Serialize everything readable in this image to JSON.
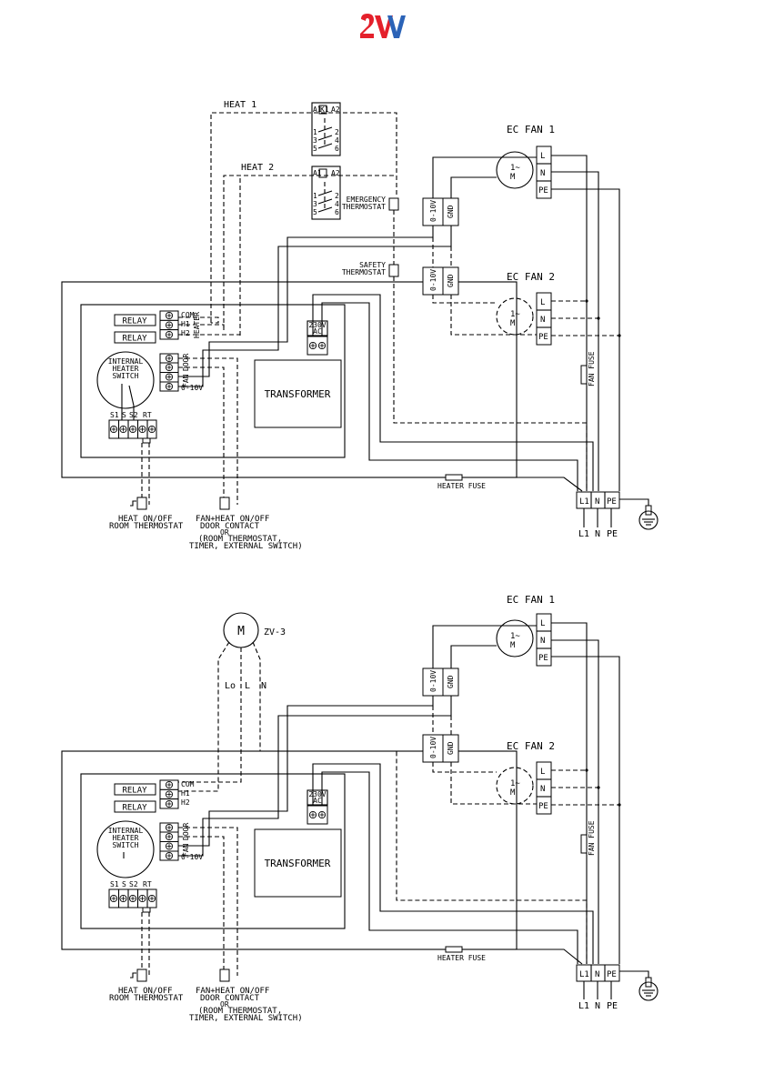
{
  "brand": {
    "logo": "2VV",
    "colors": {
      "red": "#e4202b",
      "blue": "#2b63b7"
    }
  },
  "labels": {
    "heat1": "HEAT 1",
    "heat2": "HEAT 2",
    "ec_fan_1": "EC FAN 1",
    "ec_fan_2": "EC FAN 2",
    "relay": "RELAY",
    "com": "COM",
    "h1": "H1",
    "h2": "H2",
    "heater": "HEATER",
    "door": "DOOR",
    "fan": "FAN",
    "zero_ten_v": "0-10V",
    "v230_line1": "230V",
    "v230_line2": "AC",
    "internal_line1": "INTERNAL",
    "internal_line2": "HEATER",
    "internal_line3": "SWITCH",
    "s1": "S1",
    "s": "S",
    "s2": "S2",
    "rt": "RT",
    "transformer": "TRANSFORMER",
    "heater_fuse": "HEATER FUSE",
    "fan_fuse": "FAN FUSE",
    "emergency_line1": "EMERGENCY",
    "emergency_line2": "THERMOSTAT",
    "safety_line1": "SAFETY",
    "safety_line2": "THERMOSTAT",
    "heat_onoff": "HEAT ON/OFF",
    "room_thermostat": "ROOM THERMOSTAT",
    "fanheat_onoff": "FAN+HEAT ON/OFF",
    "door_contact": "DOOR CONTACT",
    "or": "OR",
    "room_thermostat_paren": "(ROOM THERMOSTAT,",
    "timer_external": "TIMER, EXTERNAL SWITCH)",
    "l1": "L1",
    "n": "N",
    "pe": "PE",
    "l": "L",
    "gnd": "GND",
    "motor_m": "M",
    "one_tilde": "1~",
    "zv3": "ZV-3",
    "lo": "Lo",
    "a1": "A1",
    "a2": "A2",
    "k1": "K1",
    "n1": "1",
    "n2": "2",
    "n3": "3",
    "n4": "4",
    "n5": "5",
    "n6": "6"
  }
}
